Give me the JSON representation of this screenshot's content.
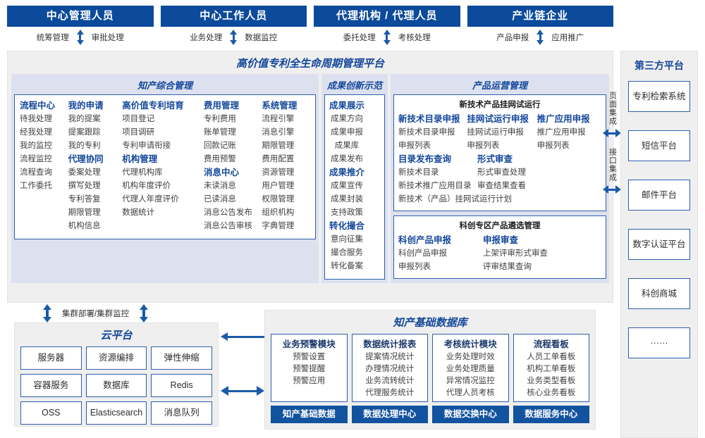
{
  "roles": [
    {
      "title": "中心管理人员",
      "left": "统筹管理",
      "right": "审批处理"
    },
    {
      "title": "中心工作人员",
      "left": "业务处理",
      "right": "数据监控"
    },
    {
      "title": "代理机构 / 代理人员",
      "left": "委托处理",
      "right": "考核处理"
    },
    {
      "title": "产业链企业",
      "left": "产品申报",
      "right": "应用推广"
    }
  ],
  "platform": {
    "title": "高价值专利全生命周期管理平台",
    "sections": [
      {
        "title": "知产综合管理",
        "columns": [
          {
            "groups": [
              {
                "head": "流程中心",
                "items": [
                  "待我处理",
                  "经我处理",
                  "我的监控",
                  "流程监控",
                  "流程查询",
                  "工作委托"
                ]
              }
            ]
          },
          {
            "groups": [
              {
                "head": "我的申请",
                "items": [
                  "我的提案",
                  "提案跟踪",
                  "我的专利"
                ]
              },
              {
                "head": "代理协同",
                "items": [
                  "委案处理",
                  "撰写处理",
                  "专利答复",
                  "期限管理",
                  "机构信息"
                ]
              }
            ]
          },
          {
            "groups": [
              {
                "head": "高价值专利培育",
                "items": [
                  "项目登记",
                  "项目调研",
                  "专利申请衔接"
                ]
              },
              {
                "head": "机构管理",
                "items": [
                  "代理机构库",
                  "机构年度评价",
                  "代理人年度评价",
                  "数据统计"
                ]
              }
            ]
          },
          {
            "groups": [
              {
                "head": "费用管理",
                "items": [
                  "专利费用",
                  "账单管理",
                  "回款记账",
                  "费用预警"
                ]
              },
              {
                "head": "消息中心",
                "items": [
                  "未读消息",
                  "已读消息",
                  "消息公告发布",
                  "消息公告审核"
                ]
              }
            ]
          },
          {
            "groups": [
              {
                "head": "系统管理",
                "items": [
                  "流程引擎",
                  "消息引擎",
                  "期限管理",
                  "费用配置",
                  "资源管理",
                  "用户管理",
                  "权限管理",
                  "组织机构",
                  "字典管理"
                ]
              }
            ]
          }
        ]
      },
      {
        "title": "成果创新示范",
        "columns": [
          {
            "groups": [
              {
                "head": "成果展示",
                "items": [
                  "成果方向",
                  "成果申报",
                  "成果库",
                  "成果发布"
                ]
              },
              {
                "head": "成果推介",
                "items": [
                  "成果宣传",
                  "成果封装",
                  "支持政策"
                ]
              },
              {
                "head": "转化撮合",
                "items": [
                  "意向征集",
                  "撮合服务",
                  "转化备案"
                ]
              }
            ]
          }
        ]
      }
    ],
    "operations": {
      "title": "产品运营管理",
      "subboxes": [
        {
          "title": "新技术产品挂网试运行",
          "rows": [
            {
              "cells": [
                {
                  "head": "新技术目录申报",
                  "items": [
                    "新技术目录申报",
                    "申报列表"
                  ]
                },
                {
                  "head": "挂网试运行申报",
                  "items": [
                    "挂网试运行申报",
                    "申报列表"
                  ]
                },
                {
                  "head": "推广应用申报",
                  "items": [
                    "推广应用申报",
                    "申报列表"
                  ]
                }
              ]
            },
            {
              "cells": [
                {
                  "head": "目录发布查询",
                  "items": [
                    "新技术目录",
                    "新技术推广应用目录",
                    "新技术（产品）挂网试运行计划"
                  ]
                },
                {
                  "head": "形式审查",
                  "items": [
                    "形式审查处理",
                    "审查结果查看"
                  ]
                }
              ]
            }
          ]
        },
        {
          "title": "科创专区产品遴选管理",
          "rows": [
            {
              "cells": [
                {
                  "head": "科创产品申报",
                  "items": [
                    "科创产品申报",
                    "申报列表"
                  ]
                },
                {
                  "head": "申报审查",
                  "items": [
                    "上架评审形式审查",
                    "评审结果查询"
                  ]
                }
              ]
            }
          ]
        }
      ]
    }
  },
  "connector": {
    "top_label": "页面集成",
    "bottom_label": "接口集成"
  },
  "third_party": {
    "title": "第三方平台",
    "items": [
      "专利检索系统",
      "短信平台",
      "邮件平台",
      "数字认证平台",
      "科创商城",
      "······"
    ]
  },
  "cluster": {
    "label": "集群部署/集群监控"
  },
  "cloud": {
    "title": "云平台",
    "cells": [
      "服务器",
      "资源编排",
      "弹性伸缩",
      "容器服务",
      "数据库",
      "Redis",
      "OSS",
      "Elasticsearch",
      "消息队列"
    ]
  },
  "database": {
    "title": "知产基础数据库",
    "columns": [
      {
        "head": "业务预警模块",
        "items": [
          "预警设置",
          "预警提醒",
          "预警应用"
        ],
        "bar": "知产基础数据"
      },
      {
        "head": "数据统计报表",
        "items": [
          "提案情况统计",
          "办理情况统计",
          "业务流转统计",
          "代理服务统计"
        ],
        "bar": "数据处理中心"
      },
      {
        "head": "考核统计模块",
        "items": [
          "业务处理时效",
          "业务处理质量",
          "异常情况监控",
          "代理人员考核"
        ],
        "bar": "数据交换中心"
      },
      {
        "head": "流程看板",
        "items": [
          "人员工单看板",
          "机构工单看板",
          "业务类型看板",
          "核心业务看板"
        ],
        "bar": "数据服务中心"
      }
    ]
  },
  "colors": {
    "header_blue": "#0c4a9b",
    "title_blue": "#13479b",
    "border_blue": "#2d5faa",
    "panel_gray": "#efefef",
    "section_lavender": "#dde1ef",
    "bar_blue": "#12539f"
  }
}
